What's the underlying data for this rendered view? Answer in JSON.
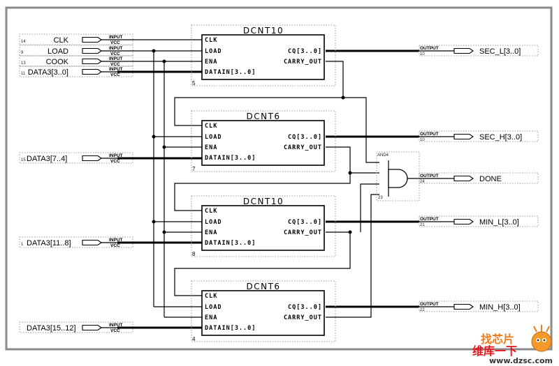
{
  "inputs": [
    {
      "pin": "14",
      "name": "CLK",
      "type": "INPUT",
      "default": "VCC"
    },
    {
      "pin": "9",
      "name": "LOAD",
      "type": "INPUT",
      "default": "VCC"
    },
    {
      "pin": "13",
      "name": "COOK",
      "type": "INPUT",
      "default": "VCC"
    },
    {
      "pin": "11",
      "name": "DATA3[3..0]",
      "type": "INPUT",
      "default": "VCC"
    },
    {
      "pin": "15",
      "name": "DATA3[7..4]",
      "type": "INPUT",
      "default": "VCC"
    },
    {
      "pin": "1",
      "name": "DATA3[11..8]",
      "type": "INPUT",
      "default": "VCC"
    },
    {
      "pin": "",
      "name": "DATA3[15..12]",
      "type": "INPUT",
      "default": "VCC"
    }
  ],
  "blocks": [
    {
      "title": "DCNT10",
      "instance": "5",
      "ports_in": [
        "CLK",
        "LOAD",
        "ENA",
        "DATAIN[3..0]"
      ],
      "ports_out": [
        "CQ[3..0]",
        "CARRY_OUT"
      ]
    },
    {
      "title": "DCNT6",
      "instance": "7",
      "ports_in": [
        "CLK",
        "LOAD",
        "ENA",
        "DATAIN[3..0]"
      ],
      "ports_out": [
        "CQ[3..0]",
        "CARRY_OUT"
      ]
    },
    {
      "title": "DCNT10",
      "instance": "8",
      "ports_in": [
        "CLK",
        "LOAD",
        "ENA",
        "DATAIN[3..0]"
      ],
      "ports_out": [
        "CQ[3..0]",
        "CARRY_OUT"
      ]
    },
    {
      "title": "DCNT6",
      "instance": "4",
      "ports_in": [
        "CLK",
        "LOAD",
        "ENA",
        "DATAIN[3..0]"
      ],
      "ports_out": [
        "CQ[3..0]",
        "CARRY_OUT"
      ]
    }
  ],
  "gate": {
    "type": "AND4",
    "instance": "23"
  },
  "outputs": [
    {
      "pin": "10",
      "name": "SEC_L[3..0]",
      "type": "OUTPUT"
    },
    {
      "pin": "10",
      "name": "SEC_H[3..0]",
      "type": "OUTPUT"
    },
    {
      "pin": "24",
      "name": "DONE",
      "type": "OUTPUT"
    },
    {
      "pin": "21",
      "name": "MIN_L[3..0]",
      "type": "OUTPUT"
    },
    {
      "pin": "22",
      "name": "MIN_H[3..0]",
      "type": "OUTPUT"
    }
  ],
  "watermark": {
    "line1": "找芯片",
    "line2": "维库一下",
    "url": "www.dzsc.com"
  }
}
